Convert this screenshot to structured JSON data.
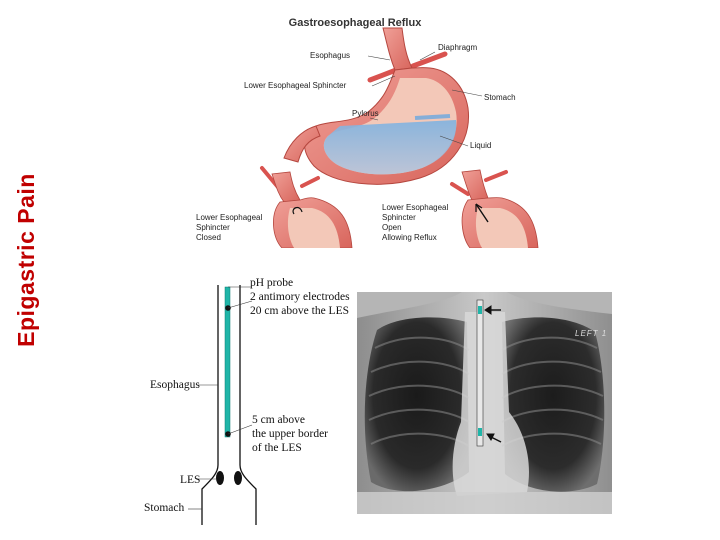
{
  "slide": {
    "title": "Epigastric Pain"
  },
  "reflux_diagram": {
    "title": "Gastroesophageal Reflux",
    "labels": {
      "diaphragm": "Diaphragm",
      "esophagus": "Esophagus",
      "les": "Lower Esophageal Sphincter",
      "stomach": "Stomach",
      "pylorus": "Pylorus",
      "liquid": "Liquid"
    },
    "closed_caption": [
      "Lower Esophageal",
      "Sphincter",
      "Closed"
    ],
    "open_caption": [
      "Lower Esophageal",
      "Sphincter",
      "Open",
      "Allowing Reflux"
    ],
    "colors": {
      "stomach": "#e47a72",
      "stomach_inner": "#f3c8b8",
      "liquid": "#a9bedb",
      "diaphragm": "#d9534f"
    }
  },
  "probe_diagram": {
    "top_note": [
      "pH probe",
      "2 antimory electrodes",
      "20 cm above the LES"
    ],
    "esophagus_label": "Esophagus",
    "bottom_note": [
      "5 cm above",
      "the upper border",
      "of the LES"
    ],
    "les_label": "LES",
    "stomach_label": "Stomach",
    "probe_color": "#1fb5a8"
  },
  "xray": {
    "marker_label": "LEFT 1"
  }
}
